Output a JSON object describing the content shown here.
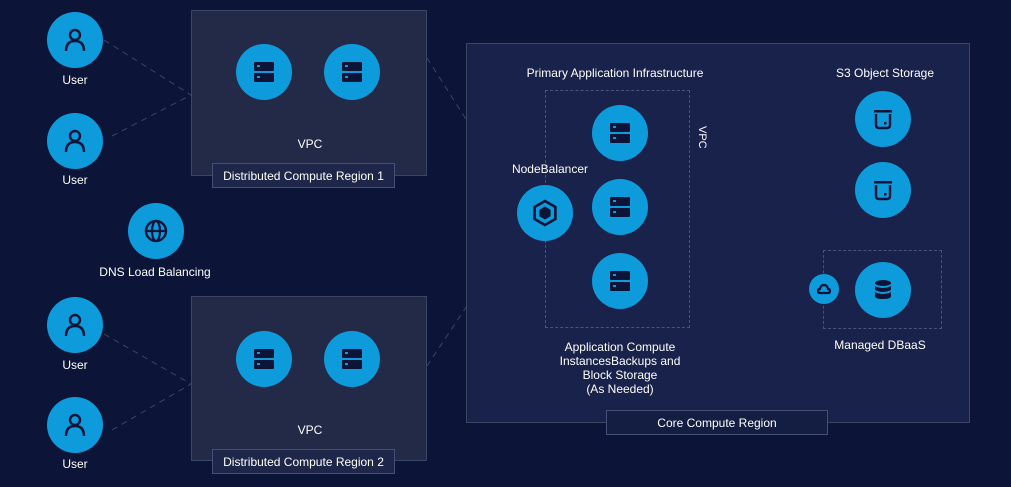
{
  "users": [
    {
      "label": "User"
    },
    {
      "label": "User"
    },
    {
      "label": "User"
    },
    {
      "label": "User"
    }
  ],
  "dns": {
    "label": "DNS Load Balancing",
    "icon": "globe-icon"
  },
  "distributed_regions": [
    {
      "name": "Distributed Compute Region 1",
      "vpc_label": "VPC"
    },
    {
      "name": "Distributed Compute Region 2",
      "vpc_label": "VPC"
    }
  ],
  "core_region": {
    "name": "Core Compute Region",
    "primary_title": "Primary Application Infrastructure",
    "vpc_label": "VPC",
    "nodebalancer_label": "NodeBalancer",
    "compute_caption": [
      "Application Compute",
      "InstancesBackups and",
      "Block Storage",
      "(As Needed)"
    ],
    "object_storage_title": "S3 Object Storage",
    "dbaas_label": "Managed DBaaS"
  },
  "colors": {
    "background": "#0c1538",
    "accent": "#0e9bdc",
    "icon_dark": "#0c1538"
  }
}
